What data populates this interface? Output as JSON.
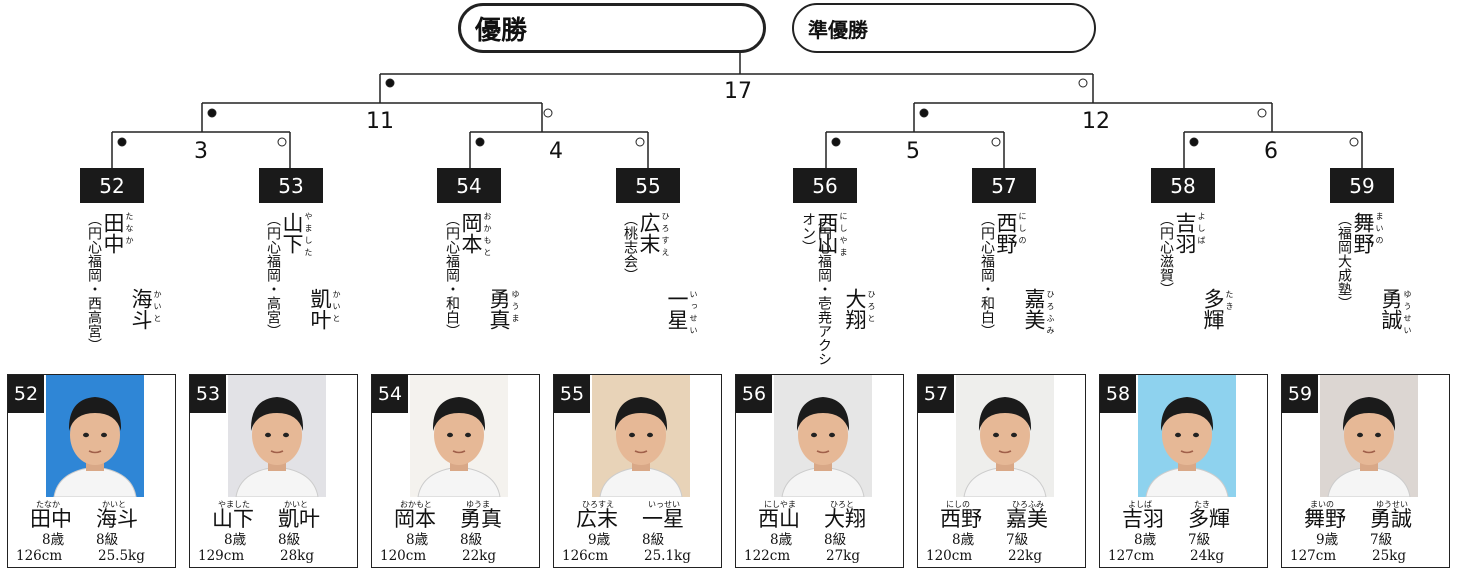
{
  "titles": {
    "champion": "優勝",
    "runner_up": "準優勝"
  },
  "matches": [
    "3",
    "4",
    "5",
    "6",
    "11",
    "12",
    "17"
  ],
  "players": [
    {
      "seed": "52",
      "club": "（円心福岡・西高宮）",
      "surname": "田中",
      "surname_ruby": "たなか",
      "given": "海斗",
      "given_ruby": "かいと",
      "age": "8歳",
      "grade": "8級",
      "height": "126cm",
      "weight": "25.5kg",
      "bg": "#2f86d6"
    },
    {
      "seed": "53",
      "club": "（円心福岡・高宮）",
      "surname": "山下",
      "surname_ruby": "やました",
      "given": "凱叶",
      "given_ruby": "かいと",
      "age": "8歳",
      "grade": "8級",
      "height": "129cm",
      "weight": "28kg",
      "bg": "#e2e2e6"
    },
    {
      "seed": "54",
      "club": "（円心福岡・和白）",
      "surname": "岡本",
      "surname_ruby": "おかもと",
      "given": "勇真",
      "given_ruby": "ゆうま",
      "age": "8歳",
      "grade": "8級",
      "height": "120cm",
      "weight": "22kg",
      "bg": "#f4f2ee"
    },
    {
      "seed": "55",
      "club": "（桃志会）",
      "surname": "広末",
      "surname_ruby": "ひろすえ",
      "given": "一星",
      "given_ruby": "いっせい",
      "age": "9歳",
      "grade": "8級",
      "height": "126cm",
      "weight": "25.1kg",
      "bg": "#e8d3b8"
    },
    {
      "seed": "56",
      "club": "（円心福岡・壱尭アクシオン）",
      "surname": "西山",
      "surname_ruby": "にしやま",
      "given": "大翔",
      "given_ruby": "ひろと",
      "age": "8歳",
      "grade": "8級",
      "height": "122cm",
      "weight": "27kg",
      "bg": "#e6e6e6"
    },
    {
      "seed": "57",
      "club": "（円心福岡・和白）",
      "surname": "西野",
      "surname_ruby": "にしの",
      "given": "嘉美",
      "given_ruby": "ひろふみ",
      "age": "8歳",
      "grade": "7級",
      "height": "120cm",
      "weight": "22kg",
      "bg": "#eeeeec"
    },
    {
      "seed": "58",
      "club": "（円心滋賀）",
      "surname": "吉羽",
      "surname_ruby": "よしば",
      "given": "多輝",
      "given_ruby": "たき",
      "age": "8歳",
      "grade": "7級",
      "height": "127cm",
      "weight": "24kg",
      "bg": "#8ed2ee"
    },
    {
      "seed": "59",
      "club": "（福岡大成塾）",
      "surname": "舞野",
      "surname_ruby": "まいの",
      "given": "勇誠",
      "given_ruby": "ゆうせい",
      "age": "9歳",
      "grade": "7級",
      "height": "127cm",
      "weight": "25kg",
      "bg": "#dcd6d2"
    }
  ]
}
